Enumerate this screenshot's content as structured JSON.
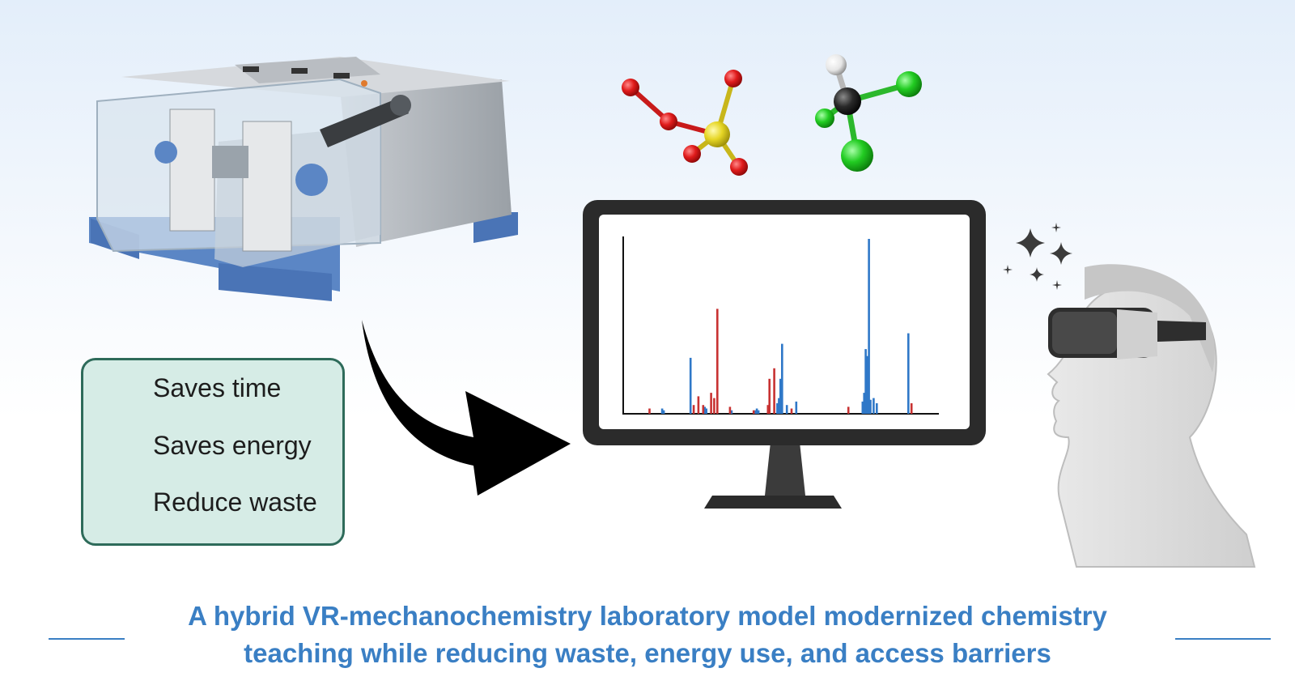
{
  "benefits": {
    "items": [
      {
        "label": "Saves time",
        "icon": "hourglass-icon"
      },
      {
        "label": "Saves energy",
        "icon": "lightning-icon"
      },
      {
        "label": "Reduce waste",
        "icon": "plant-in-hand-icon"
      }
    ],
    "accent": "#2e6b5a",
    "background": "#d6ece6"
  },
  "caption": {
    "line1": "A hybrid VR-mechanochemistry laboratory model modernized chemistry",
    "line2": "teaching while reducing waste, energy use, and access barriers",
    "color": "#3a7fc4"
  },
  "illustrations": {
    "mill": "ball-mill-device",
    "arrow": "process-arrow",
    "monitor": "monitor-with-spectrum",
    "molecules": [
      "peroxymonosulfate-molecule",
      "chloroform-molecule"
    ],
    "person": "person-wearing-vr-headset",
    "sparkles": "sparkle-icons"
  },
  "colors": {
    "spectrum_blue": "#2f78c8",
    "spectrum_red": "#c83232",
    "oxygen": "#e01b1b",
    "sulfur": "#e6d625",
    "chlorine": "#22cc22",
    "carbon": "#2a2a2a",
    "hydrogen": "#f0f0f0"
  },
  "chart_data": {
    "type": "bar",
    "title": "",
    "xlabel": "",
    "ylabel": "",
    "series": [
      {
        "color": "blue",
        "peaks": [
          [
            12.0,
            3
          ],
          [
            12.5,
            2
          ],
          [
            21.0,
            32
          ],
          [
            25.0,
            3
          ],
          [
            25.5,
            4
          ],
          [
            26.0,
            3
          ],
          [
            34.0,
            2
          ],
          [
            41.5,
            2
          ],
          [
            42.0,
            3
          ],
          [
            42.5,
            2
          ],
          [
            48.5,
            6
          ],
          [
            49.0,
            9
          ],
          [
            49.5,
            20
          ],
          [
            50.0,
            40
          ],
          [
            51.5,
            5
          ],
          [
            54.5,
            7
          ],
          [
            75.5,
            7
          ],
          [
            76.0,
            12
          ],
          [
            76.5,
            37
          ],
          [
            77.0,
            33
          ],
          [
            77.5,
            100
          ],
          [
            78.0,
            8
          ],
          [
            79.0,
            9
          ],
          [
            80.0,
            6
          ],
          [
            90.0,
            46
          ]
        ]
      },
      {
        "color": "red",
        "peaks": [
          [
            8.0,
            3
          ],
          [
            22.0,
            5
          ],
          [
            23.5,
            10
          ],
          [
            25.0,
            5
          ],
          [
            27.5,
            12
          ],
          [
            28.5,
            9
          ],
          [
            29.5,
            60
          ],
          [
            33.5,
            4
          ],
          [
            41.0,
            2
          ],
          [
            45.5,
            5
          ],
          [
            46.0,
            20
          ],
          [
            47.5,
            26
          ],
          [
            53.0,
            3
          ],
          [
            71.0,
            4
          ],
          [
            91.0,
            6
          ]
        ]
      }
    ],
    "xlim": [
      0,
      100
    ],
    "ylim": [
      0,
      100
    ]
  }
}
